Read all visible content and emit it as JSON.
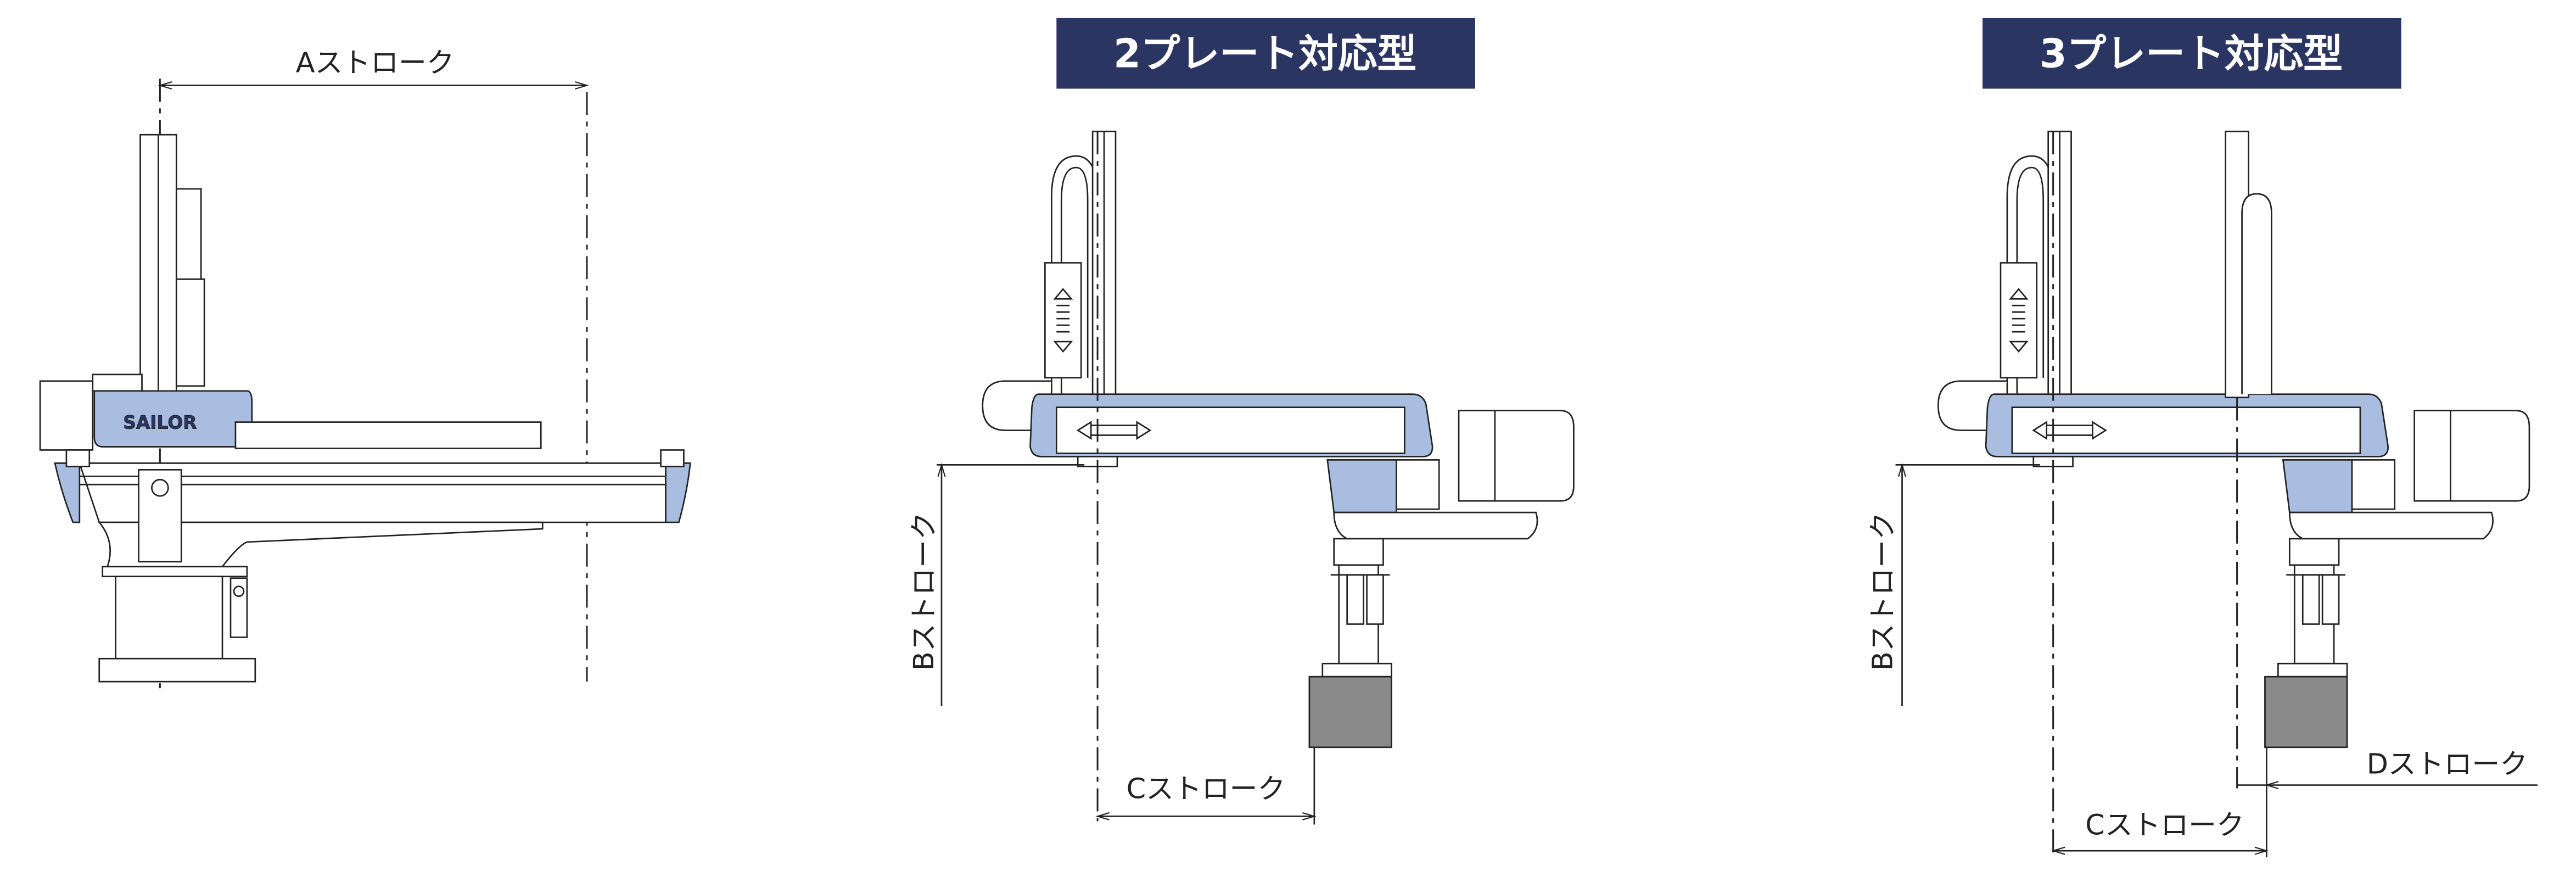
{
  "left_view": {
    "a_stroke_label": "Aストローク",
    "logo_text": "SAILOR"
  },
  "two_plate_view": {
    "title": "2プレート対応型",
    "b_stroke_label": "Bストローク",
    "c_stroke_label": "Cストローク"
  },
  "three_plate_view": {
    "title": "3プレート対応型",
    "b_stroke_label": "Bストローク",
    "c_stroke_label": "Cストローク",
    "d_stroke_label": "Dストローク"
  },
  "colors": {
    "title_bg": "#2b3561",
    "accent_blue": "#a9bde0",
    "tool_gray": "#8a8a8a"
  }
}
